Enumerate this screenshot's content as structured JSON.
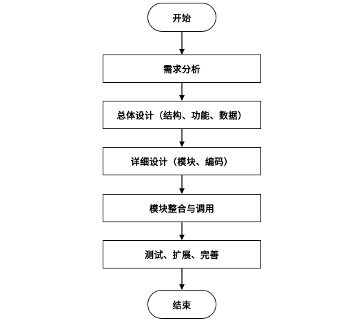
{
  "flowchart": {
    "start": {
      "label": "开始"
    },
    "steps": [
      {
        "label": "需求分析"
      },
      {
        "label": "总体设计（结构、功能、数据）"
      },
      {
        "label": "详细设计（模块、编码）"
      },
      {
        "label": "模块整合与调用"
      },
      {
        "label": "测试、扩展、完善"
      }
    ],
    "end": {
      "label": "结束"
    },
    "colors": {
      "stroke": "#000000",
      "fill": "#ffffff",
      "text": "#000000"
    }
  }
}
